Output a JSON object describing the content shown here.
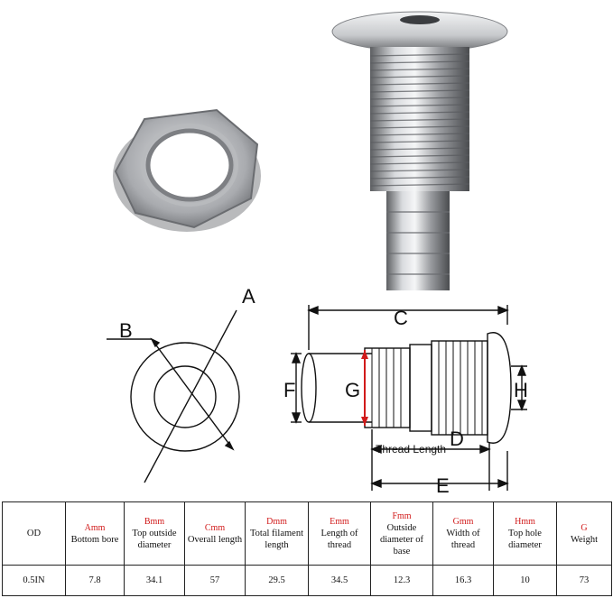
{
  "diagram": {
    "labels": {
      "a": "A",
      "b": "B",
      "c": "C",
      "d": "D",
      "e": "E",
      "f": "F",
      "g": "G",
      "h": "H",
      "thread_length": "Thread Length"
    }
  },
  "table": {
    "first_col_header": "OD",
    "headers": [
      {
        "code": "Amm",
        "label": "Bottom bore"
      },
      {
        "code": "Bmm",
        "label": "Top outside diameter"
      },
      {
        "code": "Cmm",
        "label": "Overall length"
      },
      {
        "code": "Dmm",
        "label": "Total filament length"
      },
      {
        "code": "Emm",
        "label": "Length of thread"
      },
      {
        "code": "Fmm",
        "label": "Outside diameter of base"
      },
      {
        "code": "Gmm",
        "label": "Width of thread"
      },
      {
        "code": "Hmm",
        "label": "Top hole diameter"
      },
      {
        "code": "G",
        "label": "Weight"
      }
    ],
    "row": {
      "od": "0.5IN",
      "values": [
        "7.8",
        "34.1",
        "57",
        "29.5",
        "34.5",
        "12.3",
        "16.3",
        "10",
        "73"
      ]
    }
  }
}
